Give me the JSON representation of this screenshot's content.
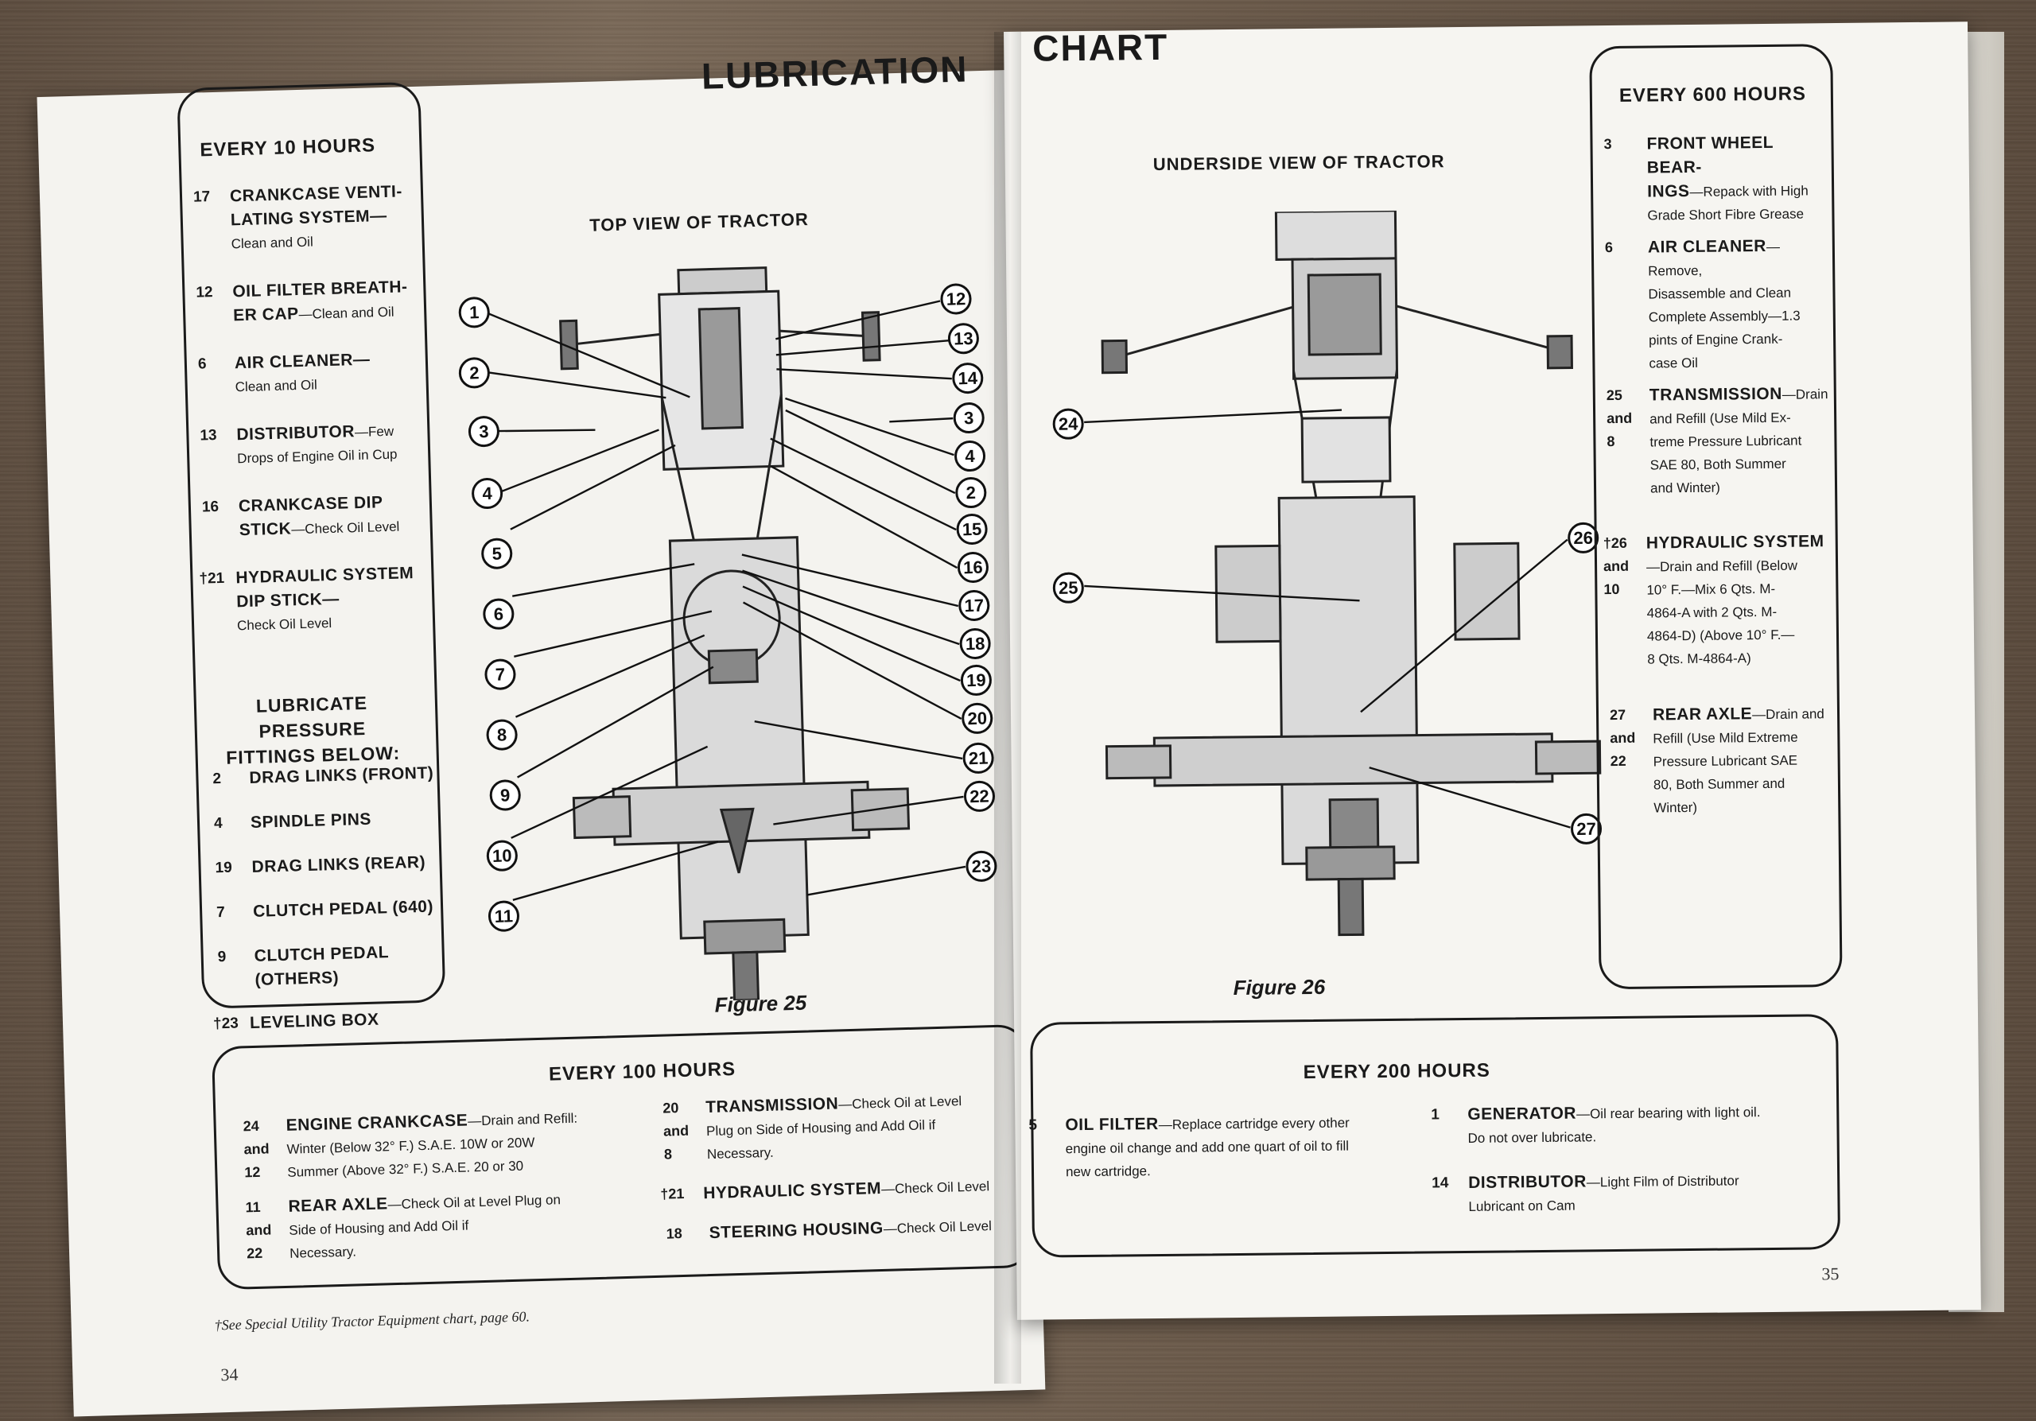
{
  "titles": {
    "left": "LUBRICATION",
    "right": "CHART"
  },
  "every10": {
    "heading": "EVERY 10 HOURS",
    "items": [
      {
        "num": "17",
        "name": "CRANKCASE VENTI-",
        "name2": "LATING SYSTEM—",
        "desc": "Clean and Oil"
      },
      {
        "num": "12",
        "name": "OIL FILTER BREATH-",
        "name2": "ER CAP",
        "desc": "—Clean and Oil"
      },
      {
        "num": "6",
        "name": "AIR CLEANER—",
        "name2": "",
        "desc": "Clean and Oil"
      },
      {
        "num": "13",
        "name": "DISTRIBUTOR",
        "name2": "",
        "desc": "—Few",
        "desc2": "Drops of Engine Oil in Cup"
      },
      {
        "num": "16",
        "name": "CRANKCASE DIP",
        "name2": "STICK",
        "desc": "—Check Oil Level"
      },
      {
        "num": "†21",
        "name": "HYDRAULIC SYSTEM",
        "name2": "DIP STICK—",
        "desc": "Check Oil Level"
      }
    ],
    "pressure_heading": "LUBRICATE PRESSURE",
    "pressure_heading2": "FITTINGS BELOW:",
    "fittings": [
      {
        "num": "2",
        "name": "DRAG LINKS (FRONT)"
      },
      {
        "num": "4",
        "name": "SPINDLE PINS"
      },
      {
        "num": "19",
        "name": "DRAG LINKS (REAR)"
      },
      {
        "num": "7",
        "name": "CLUTCH PEDAL (640)"
      },
      {
        "num": "9",
        "name": "CLUTCH PEDAL",
        "name2": "(OTHERS)"
      },
      {
        "num": "†23",
        "name": "LEVELING BOX"
      }
    ]
  },
  "top_view": {
    "title": "TOP VIEW OF TRACTOR",
    "figure": "Figure 25",
    "left_callouts": [
      "1",
      "2",
      "3",
      "4",
      "5",
      "6",
      "7",
      "8",
      "9",
      "10",
      "11"
    ],
    "right_callouts": [
      "12",
      "13",
      "14",
      "3",
      "4",
      "2",
      "15",
      "16",
      "17",
      "18",
      "19",
      "20",
      "21",
      "22",
      "23"
    ]
  },
  "every100": {
    "heading": "EVERY 100 HOURS",
    "col1": [
      {
        "nums": [
          "24",
          "and",
          "12"
        ],
        "name": "ENGINE CRANKCASE",
        "desc": "—Drain and Refill:",
        "lines": [
          "Winter (Below 32° F.) S.A.E. 10W or 20W",
          "Summer (Above 32° F.) S.A.E. 20 or 30"
        ]
      },
      {
        "nums": [
          "11",
          "and",
          "22"
        ],
        "name": "REAR AXLE",
        "desc": "—Check Oil at Level Plug on",
        "lines": [
          "Side of Housing and Add Oil if",
          "Necessary."
        ]
      }
    ],
    "col2": [
      {
        "nums": [
          "20",
          "and",
          "8"
        ],
        "name": "TRANSMISSION",
        "desc": "—Check Oil at Level",
        "lines": [
          "Plug on Side of Housing and Add Oil if",
          "Necessary."
        ]
      },
      {
        "nums": [
          "†21"
        ],
        "name": "HYDRAULIC SYSTEM",
        "desc": "—Check Oil Level",
        "lines": []
      },
      {
        "nums": [
          "18"
        ],
        "name": "STEERING HOUSING",
        "desc": "—Check Oil Level",
        "lines": []
      }
    ]
  },
  "footnote": "†See Special Utility Tractor Equipment chart, page 60.",
  "page_left_num": "34",
  "underside_view": {
    "title": "UNDERSIDE VIEW OF TRACTOR",
    "figure": "Figure 26",
    "callouts": [
      "24",
      "25",
      "26",
      "27"
    ]
  },
  "every600": {
    "heading": "EVERY 600 HOURS",
    "items": [
      {
        "nums": [
          "3"
        ],
        "name": "FRONT WHEEL BEAR-",
        "lines_name": [
          "INGS"
        ],
        "desc": "—Repack with High",
        "lines": [
          "Grade Short Fibre Grease"
        ]
      },
      {
        "nums": [
          "6"
        ],
        "name": "AIR CLEANER",
        "lines_name": [],
        "desc": "—Remove,",
        "lines": [
          "Disassemble and Clean",
          "Complete Assembly—1.3",
          "pints of Engine Crank-",
          "case Oil"
        ]
      },
      {
        "nums": [
          "25",
          "and",
          "8"
        ],
        "name": "TRANSMISSION",
        "lines_name": [],
        "desc": "—Drain",
        "lines": [
          "and Refill (Use Mild Ex-",
          "treme Pressure Lubricant",
          "SAE 80, Both Summer",
          "and Winter)"
        ]
      },
      {
        "nums": [
          "†26",
          "and",
          "10"
        ],
        "name": "HYDRAULIC SYSTEM",
        "lines_name": [],
        "desc": "",
        "lines": [
          "—Drain and Refill (Below",
          "10° F.—Mix 6 Qts. M-",
          "4864-A with 2 Qts. M-",
          "4864-D) (Above 10° F.—",
          "8 Qts. M-4864-A)"
        ]
      },
      {
        "nums": [
          "27",
          "and",
          "22"
        ],
        "name": "REAR AXLE",
        "lines_name": [],
        "desc": "—Drain and",
        "lines": [
          "Refill (Use Mild Extreme",
          "Pressure Lubricant SAE",
          "80, Both Summer and",
          "Winter)"
        ]
      }
    ]
  },
  "every200": {
    "heading": "EVERY 200 HOURS",
    "col1": {
      "num": "5",
      "name": "OIL FILTER",
      "desc": "—Replace cartridge every other",
      "lines": [
        "engine oil change and add one quart of oil to fill",
        "new cartridge."
      ]
    },
    "col2": [
      {
        "num": "1",
        "name": "GENERATOR",
        "desc": "—Oil rear bearing with light oil.",
        "lines": [
          "Do not over lubricate."
        ]
      },
      {
        "num": "14",
        "name": "DISTRIBUTOR",
        "desc": "—Light Film of Distributor",
        "lines": [
          "Lubricant on Cam"
        ]
      }
    ]
  },
  "page_right_num": "35"
}
